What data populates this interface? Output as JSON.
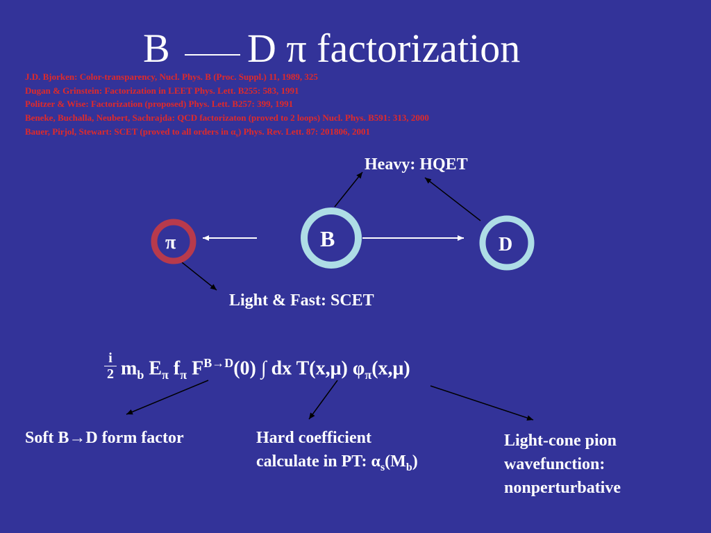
{
  "title": {
    "left": "B",
    "right": "D π factorization"
  },
  "references": [
    {
      "text": "J.D. Bjorken: Color-transparency, Nucl. Phys. B (Proc. Suppl.) 11, 1989, 325"
    },
    {
      "text": "Dugan & Grinstein: Factorization in LEET Phys. Lett. B255: 583, 1991"
    },
    {
      "text": "Politzer & Wise: Factorization (proposed) Phys. Lett. B257: 399, 1991"
    },
    {
      "text": "Beneke, Buchalla, Neubert, Sachrajda: QCD factorizaton (proved to 2 loops) Nucl. Phys. B591: 313, 2000"
    },
    {
      "pre": "Bauer, Pirjol, Stewart: SCET (proved to all orders in ",
      "sym": "α",
      "sub": "s",
      "post": ") Phys. Rev. Lett. 87: 201806, 2001"
    }
  ],
  "diagram": {
    "heavy_label": "Heavy: HQET",
    "light_label": "Light & Fast: SCET",
    "node_pi": "π",
    "node_b": "B",
    "node_d": "D",
    "colors": {
      "pi_ring": "#b83a4c",
      "bd_ring": "#aedde6",
      "background": "#333399",
      "refs": "#e02a2a"
    }
  },
  "formula": {
    "frac_num": "i",
    "frac_den": "2",
    "m": "m",
    "m_sub": "b",
    "E": "E",
    "E_sub": "π",
    "f": "f",
    "f_sub": "π",
    "F": "F",
    "F_sup": "B→D",
    "F_arg": "(0)",
    "integral": "∫",
    "rest1": "dx T(x,μ)",
    "phi": "φ",
    "phi_sub": "π",
    "phi_arg": "(x,μ)"
  },
  "descriptions": {
    "soft": "Soft B→D form factor",
    "hard_line1": "Hard coefficient",
    "hard_line2_pre": "calculate in PT: ",
    "hard_alpha": "α",
    "hard_alpha_sub": "s",
    "hard_M": "(M",
    "hard_M_sub": "b",
    "hard_close": ")",
    "lightcone_line1": "Light-cone pion",
    "lightcone_line2": "wavefunction:",
    "lightcone_line3": "nonperturbative"
  }
}
